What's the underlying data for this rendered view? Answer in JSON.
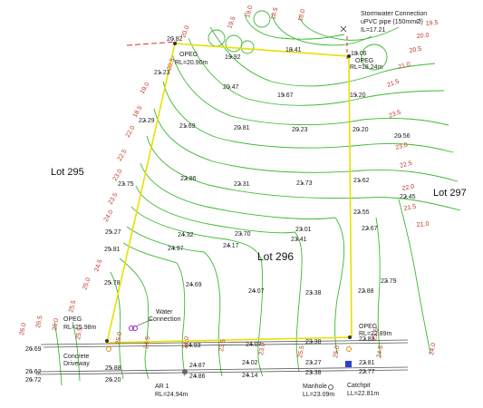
{
  "lots": {
    "west": "Lot 295",
    "center": "Lot 296",
    "east": "Lot 297"
  },
  "notes": {
    "stormwater_line1": "Stormwater Connection",
    "stormwater_line2": "uPVC pipe (150mmØ)",
    "stormwater_il": "IL=17.21",
    "opeg_top_title": "OPEG",
    "opeg_top_rl": "RL=20.90m",
    "opeg_ne_title": "OPEG",
    "opeg_ne_rl": "RL=18.24m",
    "opeg_sw_title": "OPEG",
    "opeg_sw_rl": "RL=25.98m",
    "opeg_se_title": "OPEG",
    "opeg_se_rl": "RL=22.89m",
    "water_line1": "Water",
    "water_line2": "Connection",
    "driveway_line1": "Concrete",
    "driveway_line2": "Driveway",
    "ar_line1": "AR 1",
    "ar_line2": "RL=24.94m",
    "manhole_line1": "Manhole",
    "manhole_line2": "LL=23.09m",
    "catchpit_line1": "Catchpit",
    "catchpit_line2": "LL=22.81m"
  },
  "spot_levels": [
    {
      "id": "20-82",
      "text": "20.82"
    },
    {
      "id": "18-41",
      "text": "18.41"
    },
    {
      "id": "19-92",
      "text": "19.92"
    },
    {
      "id": "18-06",
      "text": "18.06"
    },
    {
      "id": "21-23",
      "text": "21.23"
    },
    {
      "id": "20-47",
      "text": "20.47"
    },
    {
      "id": "19-67",
      "text": "19.67"
    },
    {
      "id": "19-20",
      "text": "19.20"
    },
    {
      "id": "22-29",
      "text": "22.29"
    },
    {
      "id": "21-69",
      "text": "21.69"
    },
    {
      "id": "20-81",
      "text": "20.81"
    },
    {
      "id": "20-23",
      "text": "20.23"
    },
    {
      "id": "20-20",
      "text": "20.20"
    },
    {
      "id": "20-56",
      "text": "20.56"
    },
    {
      "id": "22-86",
      "text": "22.86"
    },
    {
      "id": "23-75",
      "text": "23.75"
    },
    {
      "id": "22-31",
      "text": "22.31"
    },
    {
      "id": "21-73",
      "text": "21.73"
    },
    {
      "id": "21-62",
      "text": "21.62"
    },
    {
      "id": "22-45",
      "text": "22.45"
    },
    {
      "id": "22-55",
      "text": "22.55"
    },
    {
      "id": "23-70",
      "text": "23.70"
    },
    {
      "id": "23-01",
      "text": "23.01"
    },
    {
      "id": "22-67",
      "text": "22.67"
    },
    {
      "id": "25-27",
      "text": "25.27"
    },
    {
      "id": "24-32",
      "text": "24.32"
    },
    {
      "id": "24-17",
      "text": "24.17"
    },
    {
      "id": "23-41",
      "text": "23.41"
    },
    {
      "id": "25-81",
      "text": "25.81"
    },
    {
      "id": "24-97",
      "text": "24.97"
    },
    {
      "id": "25-78",
      "text": "25.78"
    },
    {
      "id": "24-69",
      "text": "24.69"
    },
    {
      "id": "24-07a",
      "text": "24.07"
    },
    {
      "id": "23-38a",
      "text": "23.38"
    },
    {
      "id": "22-88",
      "text": "22.88"
    },
    {
      "id": "22-79",
      "text": "22.79"
    },
    {
      "id": "26-69",
      "text": "26.69"
    },
    {
      "id": "24-93",
      "text": "24.93"
    },
    {
      "id": "24-07b",
      "text": "24.07"
    },
    {
      "id": "23-38b",
      "text": "23.38"
    },
    {
      "id": "22-83",
      "text": "22.83"
    },
    {
      "id": "25-88",
      "text": "25.88"
    },
    {
      "id": "24-87",
      "text": "24.87"
    },
    {
      "id": "24-02",
      "text": "24.02"
    },
    {
      "id": "23-27",
      "text": "23.27"
    },
    {
      "id": "22-81",
      "text": "22.81"
    },
    {
      "id": "26-62",
      "text": "26.62"
    },
    {
      "id": "26-20",
      "text": "26.20"
    },
    {
      "id": "24-86",
      "text": "24.86"
    },
    {
      "id": "24-14",
      "text": "24.14"
    },
    {
      "id": "23-38c",
      "text": "23.38"
    },
    {
      "id": "22-77",
      "text": "22.77"
    },
    {
      "id": "26-72",
      "text": "26.72"
    }
  ],
  "contour_labels": [
    "19.5",
    "19.0",
    "18.5",
    "18.0",
    "20.0",
    "20.5",
    "21.5",
    "21.0",
    "20.5",
    "20.0",
    "19.5",
    "19.0",
    "18.5",
    "22.0",
    "22.5",
    "23.0",
    "23.5",
    "24.0",
    "24.5",
    "25.0",
    "25.5",
    "26.0",
    "26.5",
    "23.5",
    "23.0",
    "22.5",
    "22.0",
    "21.5",
    "21.0",
    "26.0",
    "25.5",
    "25.0",
    "24.5",
    "24.0",
    "23.5",
    "23.0",
    "25.5",
    "25.0",
    "24.5",
    "24.0",
    "23.5",
    "23.0"
  ],
  "colors": {
    "boundary": "#e8e000",
    "contour": "#3cb832",
    "contour_label": "#c0392b",
    "road": "#555555",
    "pipe": "#e03030"
  }
}
